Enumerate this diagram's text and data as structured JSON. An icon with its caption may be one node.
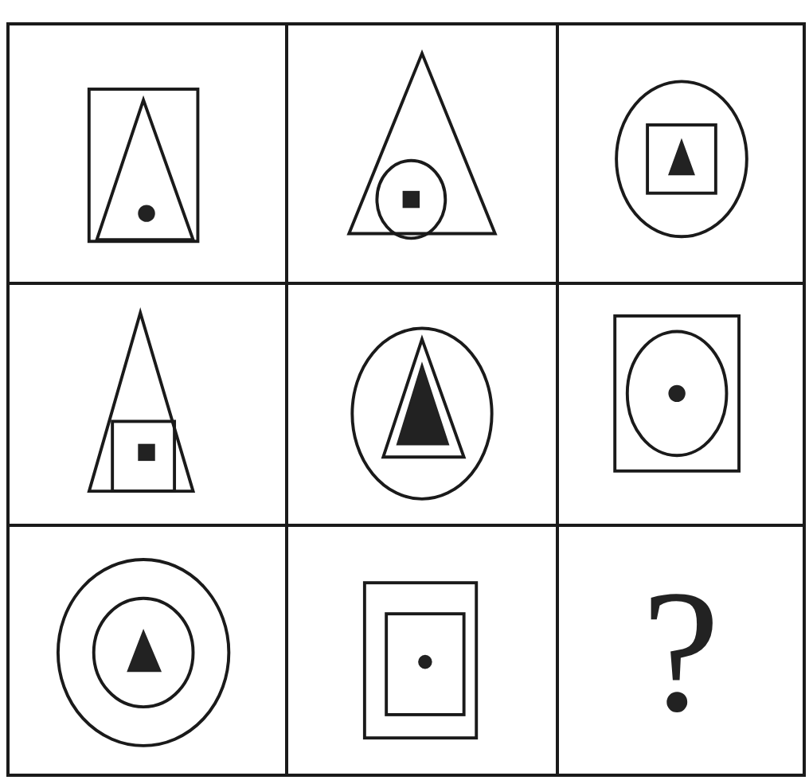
{
  "diagram": {
    "nodes": [
      {
        "text": [],
        "shape": "box"
      },
      {
        "text": [],
        "shape": "box"
      },
      {
        "text": [],
        "shape": "box"
      },
      {
        "text": [],
        "shape": "box"
      },
      {
        "text": [],
        "shape": "box"
      },
      {
        "text": [],
        "shape": "box"
      },
      {
        "text": [],
        "shape": "box"
      },
      {
        "text": [],
        "shape": "box"
      },
      {
        "text": [
          "?"
        ]
      }
    ]
  }
}
